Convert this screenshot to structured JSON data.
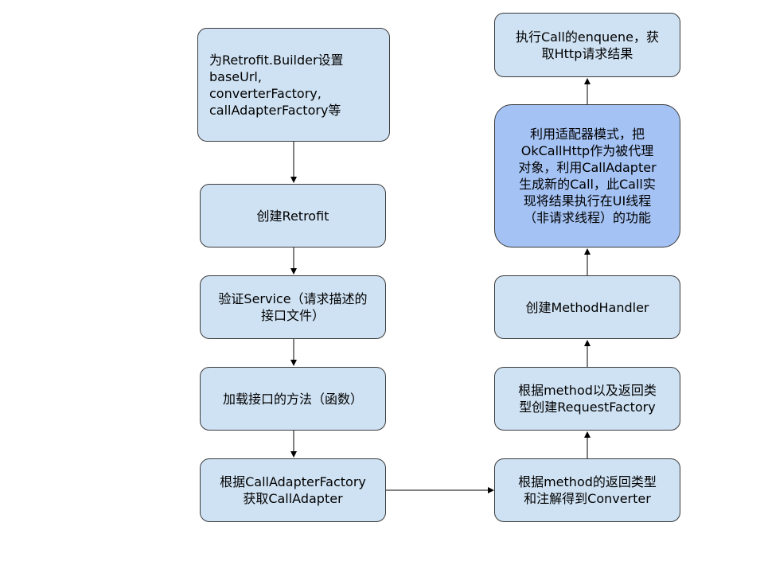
{
  "diagram": {
    "nodes": [
      {
        "id": "set-builder",
        "label": "为Retrofit.Builder设置\nbaseUrl,\nconverterFactory,\ncallAdapterFactory等"
      },
      {
        "id": "create-retrofit",
        "label": "创建Retrofit"
      },
      {
        "id": "validate-service",
        "label": "验证Service（请求描述的\n接口文件）"
      },
      {
        "id": "load-methods",
        "label": "加载接口的方法（函数）"
      },
      {
        "id": "get-call-adapter",
        "label": "根据CallAdapterFactory\n获取CallAdapter"
      },
      {
        "id": "get-converter",
        "label": "根据method的返回类型\n和注解得到Converter"
      },
      {
        "id": "create-request-factory",
        "label": "根据method以及返回类\n型创建RequestFactory"
      },
      {
        "id": "create-method-handler",
        "label": "创建MethodHandler"
      },
      {
        "id": "adapter-pattern",
        "label": "利用适配器模式，把\nOkCallHttp作为被代理\n对象，利用CallAdapter\n生成新的Call，此Call实\n现将结果执行在UI线程\n（非请求线程）的功能"
      },
      {
        "id": "enqueue",
        "label": "执行Call的enquene，获\n取Http请求结果"
      }
    ],
    "edges": [
      [
        "set-builder",
        "create-retrofit"
      ],
      [
        "create-retrofit",
        "validate-service"
      ],
      [
        "validate-service",
        "load-methods"
      ],
      [
        "load-methods",
        "get-call-adapter"
      ],
      [
        "get-call-adapter",
        "get-converter"
      ],
      [
        "get-converter",
        "create-request-factory"
      ],
      [
        "create-request-factory",
        "create-method-handler"
      ],
      [
        "create-method-handler",
        "adapter-pattern"
      ],
      [
        "adapter-pattern",
        "enqueue"
      ]
    ]
  }
}
